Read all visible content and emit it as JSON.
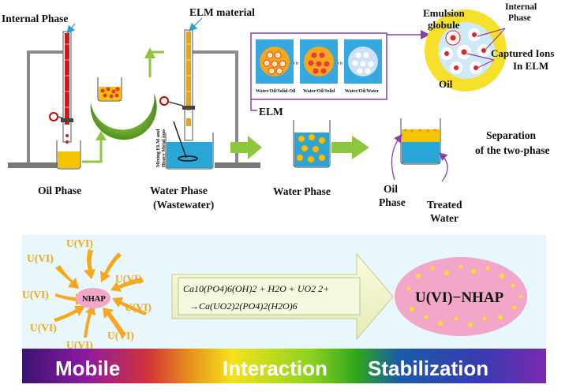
{
  "top": {
    "internal_phase": "Internal Phase",
    "oil_phase": "Oil Phase",
    "elm_material": "ELM material",
    "stand_text_1": "Mixing ELM and",
    "stand_text_2": "Heavy Metal ions",
    "water_phase_1": "Water Phase",
    "water_phase_2": "(Wastewater)",
    "elm": "ELM",
    "inset_labels": [
      "Water/Oil/Solid-Oil",
      "Water/Oil/Solid",
      "Water/Oil/Water"
    ],
    "inset_or": "Or",
    "water_phase": "Water Phase",
    "oil_phase_label_1": "Oil",
    "oil_phase_label_2": "Phase",
    "treated_1": "Treated",
    "treated_2": "Water",
    "separation_1": "Separation",
    "separation_2": "of the two-phase",
    "emulsion_1": "Emulsion",
    "emulsion_2": "globule",
    "internal_1": "Internal",
    "internal_2": "Phase",
    "captured_1": "Captured Ions",
    "captured_2": "In ELM",
    "oil": "Oil"
  },
  "bottom": {
    "uvi": "U(VI)",
    "nhap": "NHAP",
    "eq_line1": "Ca10(PO4)6(OH)2 + H2O + UO2 2+",
    "eq_line2": "→Ca(UO2)2(PO4)2(H2O)6",
    "product": "U(VI)−NHAP",
    "bar_mobile": "Mobile",
    "bar_interaction": "Interaction",
    "bar_stabilization": "Stabilization"
  },
  "colors": {
    "arrow_green": "#8dc63f",
    "liquid_yellow": "#f5c400",
    "water_blue": "#2aa6d6",
    "panel_bg": "#e8f7fb",
    "pink": "#f29ac0",
    "orange": "#f7a71b"
  }
}
